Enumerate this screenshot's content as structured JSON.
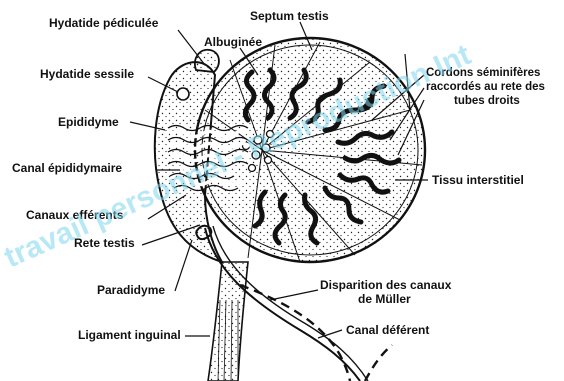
{
  "labels": {
    "hydatide_pediculee": "Hydatide pédiculée",
    "septum_testis": "Septum testis",
    "albuginee": "Albuginée",
    "hydatide_sessile": "Hydatide sessile",
    "epididyme": "Epididyme",
    "canal_epididymaire": "Canal épididymaire",
    "canaux_efferents": "Canaux efférents",
    "rete_testis": "Rete testis",
    "paradidyme": "Paradidyme",
    "ligament_inguinal": "Ligament inguinal",
    "cordons_line1": "Cordons séminifères",
    "cordons_line2": "raccordés au rete des",
    "cordons_line3": "tubes droits",
    "tissu_interstitiel": "Tissu interstitiel",
    "disparition_line1": "Disparition des canaux",
    "disparition_line2": "de Müller",
    "canal_deferent": "Canal déférent"
  },
  "watermark": "travail personnel - Reproduction Int",
  "colors": {
    "ink": "#111111",
    "watermark": "#7fd7f0",
    "background": "#ffffff"
  }
}
